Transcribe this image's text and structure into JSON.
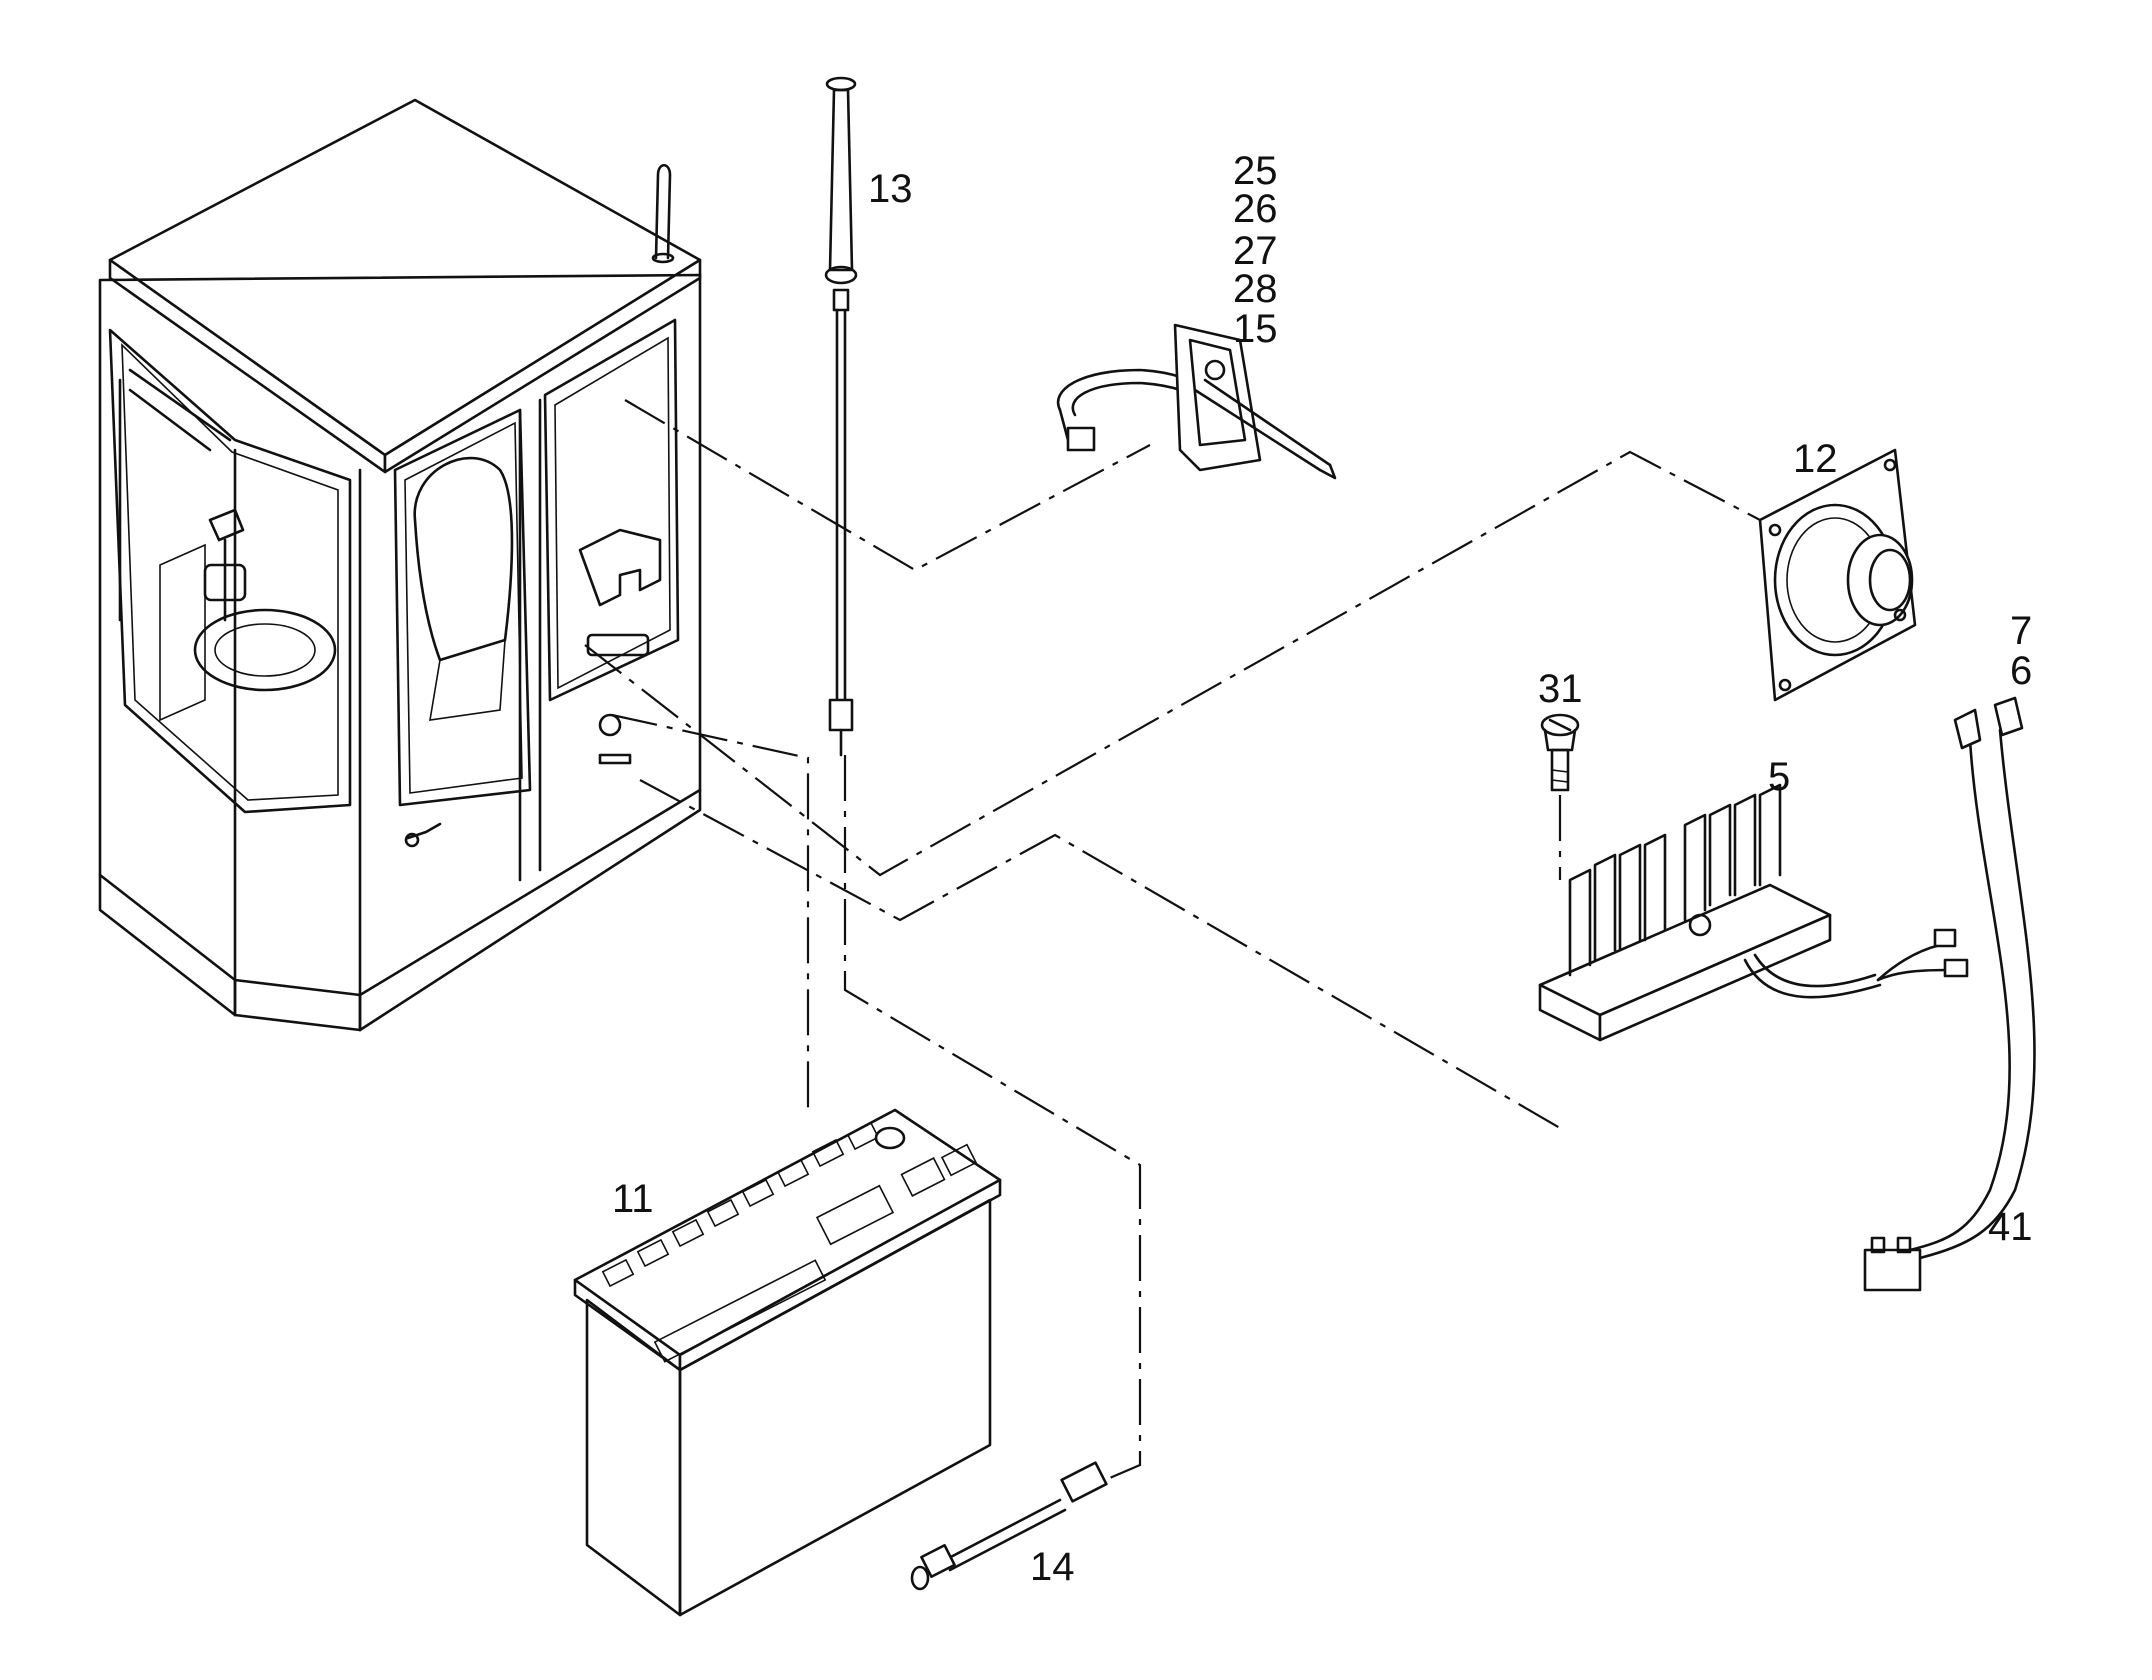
{
  "parts": {
    "cab": {
      "name": "cab",
      "icon": "cab-icon"
    },
    "p13": {
      "label": "13",
      "icon": "antenna-rod-icon"
    },
    "p14": {
      "label": "14",
      "icon": "antenna-cable-icon"
    },
    "p11": {
      "label": "11",
      "icon": "radio-unit-icon"
    },
    "p12": {
      "label": "12",
      "icon": "loudspeaker-icon"
    },
    "p5": {
      "label": "5",
      "icon": "voltage-converter-icon"
    },
    "p31": {
      "label": "31",
      "icon": "screw-icon"
    },
    "p41": {
      "label": "41",
      "icon": "wire-harness-icon"
    },
    "p7": {
      "label": "7"
    },
    "p6": {
      "label": "6"
    },
    "bracket_group": {
      "labels": [
        "25",
        "26",
        "27",
        "28",
        "15"
      ],
      "icon": "mounting-bracket-icon"
    }
  }
}
